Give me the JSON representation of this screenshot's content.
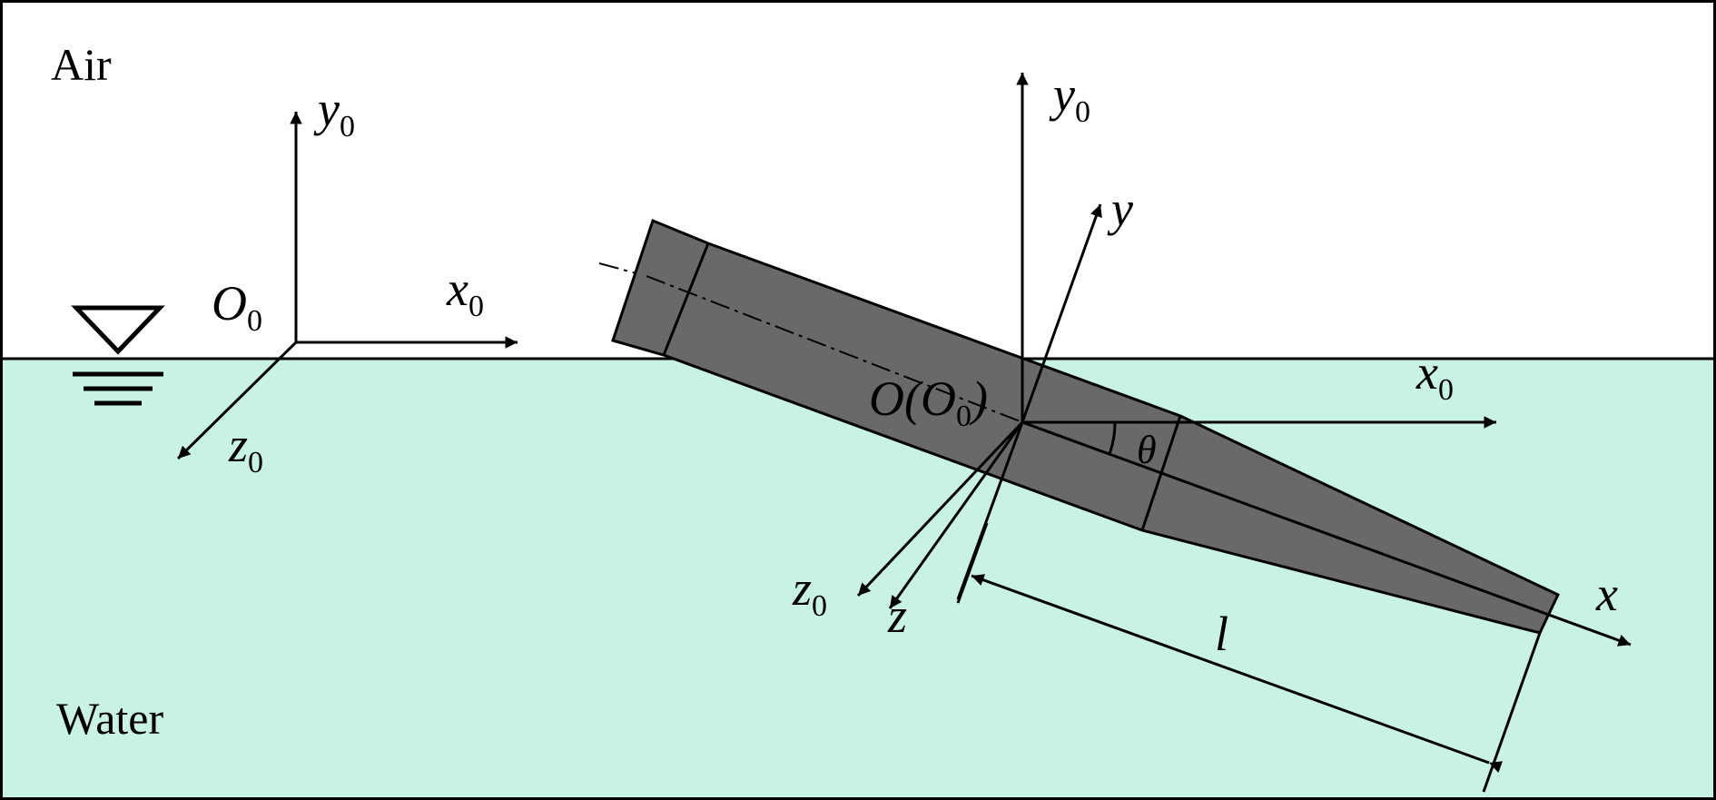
{
  "labels": {
    "air": "Air",
    "water": "Water",
    "frame0": {
      "origin": "O",
      "origin_sub": "0",
      "x": "x",
      "x_sub": "0",
      "y": "y",
      "y_sub": "0",
      "z": "z",
      "z_sub": "0"
    },
    "body_frame": {
      "origin_main": "O(O",
      "origin_sub": "0",
      "origin_close": ")",
      "x0": "x",
      "x0_sub": "0",
      "y0": "y",
      "y0_sub": "0",
      "z0": "z",
      "z0_sub": "0",
      "x": "x",
      "y": "y",
      "z": "z",
      "theta": "θ",
      "length": "l"
    }
  },
  "colors": {
    "air": "#ffffff",
    "water": "#c8f2e4",
    "body": "#696969",
    "line": "#000000"
  }
}
